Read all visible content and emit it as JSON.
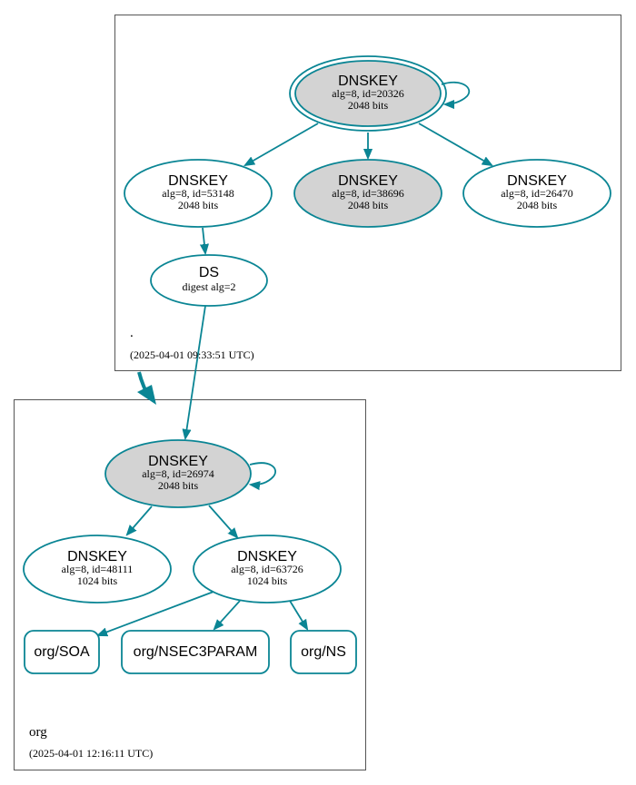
{
  "colors": {
    "edge": "#0a8594",
    "node_border": "#0a8594",
    "secure_entry_fill": "#d3d3d3",
    "node_fill": "#ffffff",
    "zone_border": "#555555"
  },
  "zones": {
    "root": {
      "name": ".",
      "timestamp": "(2025-04-01 09:33:51 UTC)"
    },
    "org": {
      "name": "org",
      "timestamp": "(2025-04-01 12:16:11 UTC)"
    }
  },
  "nodes": {
    "root_ksk": {
      "type": "DNSKEY",
      "detail": "alg=8, id=20326",
      "size": "2048 bits"
    },
    "root_zsk_53148": {
      "type": "DNSKEY",
      "detail": "alg=8, id=53148",
      "size": "2048 bits"
    },
    "root_ksk_38696": {
      "type": "DNSKEY",
      "detail": "alg=8, id=38696",
      "size": "2048 bits"
    },
    "root_zsk_26470": {
      "type": "DNSKEY",
      "detail": "alg=8, id=26470",
      "size": "2048 bits"
    },
    "org_ds": {
      "type": "DS",
      "detail": "digest alg=2"
    },
    "org_ksk": {
      "type": "DNSKEY",
      "detail": "alg=8, id=26974",
      "size": "2048 bits"
    },
    "org_zsk_48111": {
      "type": "DNSKEY",
      "detail": "alg=8, id=48111",
      "size": "1024 bits"
    },
    "org_zsk_63726": {
      "type": "DNSKEY",
      "detail": "alg=8, id=63726",
      "size": "1024 bits"
    },
    "org_soa": {
      "label": "org/SOA"
    },
    "org_nsec3param": {
      "label": "org/NSEC3PARAM"
    },
    "org_ns": {
      "label": "org/NS"
    }
  }
}
